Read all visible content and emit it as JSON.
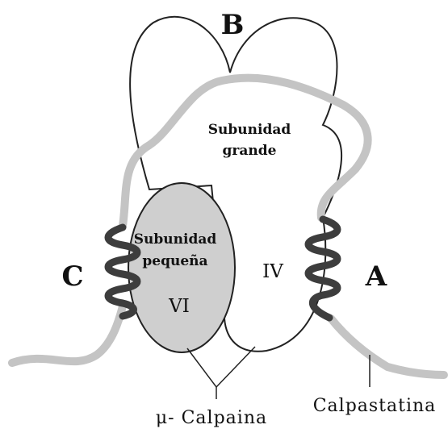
{
  "labels": {
    "region_b": "B",
    "region_a": "A",
    "region_c": "C",
    "large_subunit_line1": "Subunidad",
    "large_subunit_line2": "grande",
    "small_subunit_line1": "Subunidad",
    "small_subunit_line2": "pequeña",
    "domain_vi": "VI",
    "domain_iv": "IV",
    "calpain": "μ- Calpaina",
    "calpastatin": "Calpastatina"
  },
  "colors": {
    "outline": "#222222",
    "small_subunit_fill": "#cfcfcf",
    "calpastatin_chain": "#c4c4c4",
    "helix": "#3d3d3d",
    "background": "#ffffff"
  }
}
